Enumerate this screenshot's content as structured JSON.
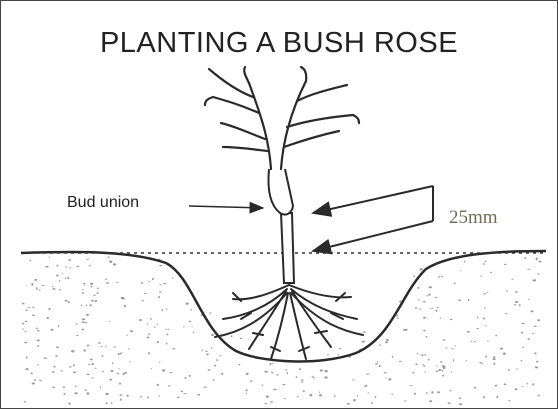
{
  "diagram": {
    "title": "PLANTING A BUSH ROSE",
    "labels": {
      "bud_union": "Bud union",
      "depth_measure": "25mm"
    },
    "colors": {
      "ink": "#2a2a2a",
      "soil_speckle": "#9a9a9a",
      "measure_text": "#6e6e55"
    }
  }
}
